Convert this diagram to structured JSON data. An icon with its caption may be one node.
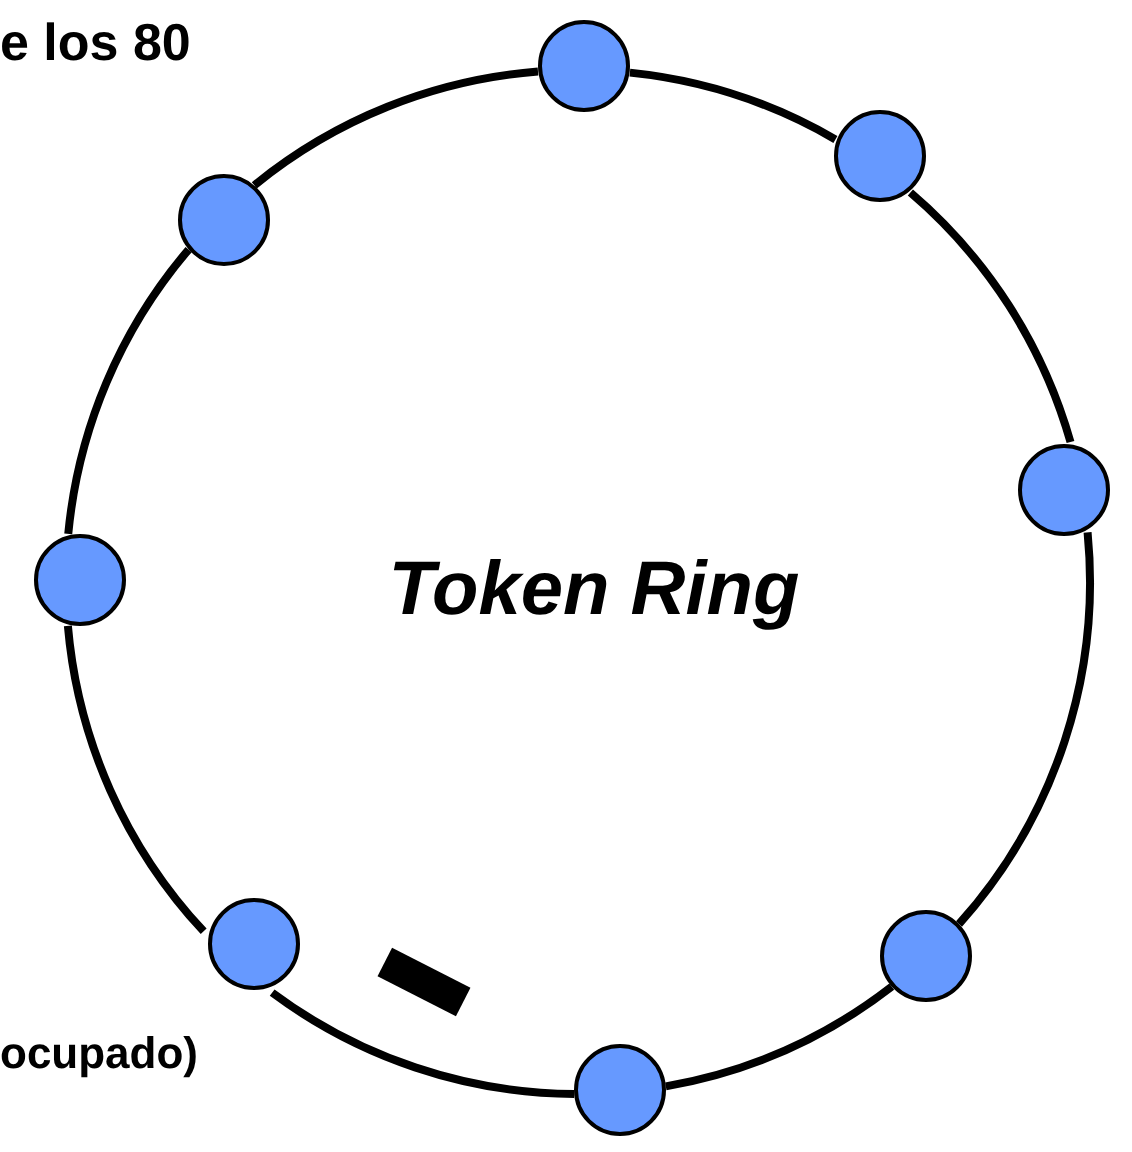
{
  "diagram": {
    "nodes": [
      {
        "text": [],
        "shape": "circle"
      },
      {
        "text": [],
        "shape": "circle"
      },
      {
        "text": [],
        "shape": "circle"
      },
      {
        "text": [],
        "shape": "circle"
      },
      {
        "text": [],
        "shape": "circle"
      },
      {
        "text": [],
        "shape": "circle"
      },
      {
        "text": [],
        "shape": "circle"
      },
      {
        "text": [],
        "shape": "circle"
      }
    ],
    "edges": [
      {
        "from": 0,
        "to": 1,
        "arrow": "none"
      },
      {
        "from": 1,
        "to": 3,
        "arrow": "none"
      },
      {
        "from": 3,
        "to": 6,
        "arrow": "none"
      },
      {
        "from": 6,
        "to": 7,
        "arrow": "none"
      },
      {
        "from": 7,
        "to": 5,
        "arrow": "none"
      },
      {
        "from": 5,
        "to": 4,
        "arrow": "none"
      },
      {
        "from": 4,
        "to": 2,
        "arrow": "none"
      },
      {
        "from": 2,
        "to": 0,
        "arrow": "none"
      }
    ],
    "labels": [
      "e los 80",
      "Token Ring",
      "ocupado)"
    ]
  }
}
